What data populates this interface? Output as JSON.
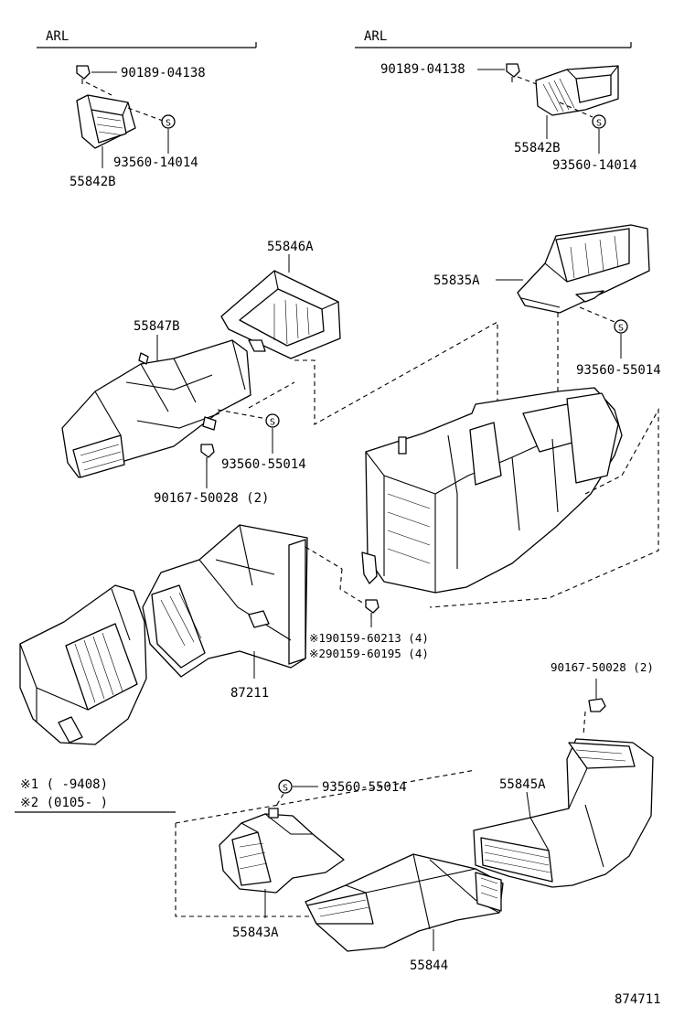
{
  "variant_labels": [
    "ARL",
    "ARL"
  ],
  "part_numbers": {
    "screw_left": "90189-04138",
    "screw_right": "90189-04138",
    "clip_left": "93560-14014",
    "clip_right": "93560-14014",
    "duct_55842b_left": "55842B",
    "duct_55842b_right": "55842B",
    "duct_55846a": "55846A",
    "duct_55835a": "55835A",
    "duct_55847b": "55847B",
    "clip_55835a": "93560-55014",
    "clip_55847b": "93560-55014",
    "screw_55847b": "90167-50028 (2)",
    "screw_87211_v1": "※190159-60213 (4)",
    "screw_87211_v2": "※290159-60195 (4)",
    "blower_87211": "87211",
    "screw_lower": "90167-50028 (2)",
    "clip_lower": "93560-55014",
    "duct_55845a": "55845A",
    "duct_55843a": "55843A",
    "duct_55844": "55844"
  },
  "legend": {
    "row1": "※1 (     -9408)",
    "row2": "※2 (0105-     )"
  },
  "clip_symbol": "S",
  "diagram_number": "874711"
}
